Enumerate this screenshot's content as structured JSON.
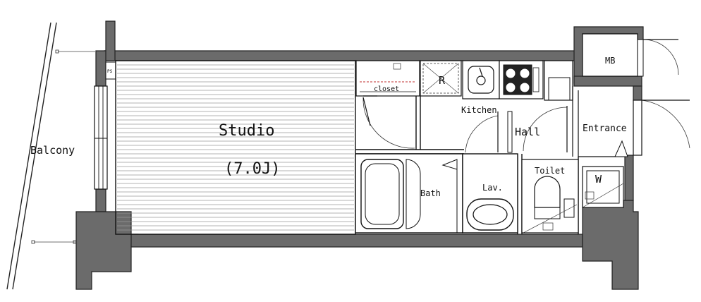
{
  "labels": {
    "balcony": "Balcony",
    "studio": "Studio",
    "studio_size": "(7.0J)",
    "closet": "closet",
    "refrigerator": "R",
    "kitchen": "Kitchen",
    "hall": "Hall",
    "entrance": "Entrance",
    "mb": "MB",
    "bath": "Bath",
    "lav": "Lav.",
    "toilet": "Toilet",
    "washer": "W",
    "ps": "PS"
  }
}
